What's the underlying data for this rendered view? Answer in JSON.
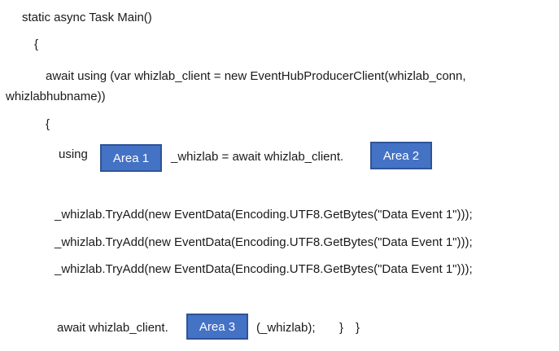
{
  "colors": {
    "background": "#ffffff",
    "code_text": "#1a1a1a",
    "area_box_fill": "#4472C4",
    "area_box_border": "#2F5496",
    "area_box_text": "#ffffff"
  },
  "code": {
    "line_main": "static async Task Main()",
    "brace_open_1": "{",
    "line_await_using": "await using (var whizlab_client = new EventHubProducerClient(whizlab_conn,",
    "line_wrap": "whizlabhubname))",
    "brace_open_2": "{",
    "using_keyword": "using",
    "mid_text": "_whizlab = await whizlab_client.",
    "tryadd_lines": [
      "_whizlab.TryAdd(new EventData(Encoding.UTF8.GetBytes(\"Data Event 1\")));",
      "_whizlab.TryAdd(new EventData(Encoding.UTF8.GetBytes(\"Data Event 1\")));",
      "_whizlab.TryAdd(new EventData(Encoding.UTF8.GetBytes(\"Data Event 1\")));"
    ],
    "await_client_text": "await whizlab_client.",
    "closing_args": "(_whizlab);",
    "brace_close_1": "}",
    "brace_close_2": "}"
  },
  "areas": {
    "area1_label": "Area 1",
    "area2_label": "Area 2",
    "area3_label": "Area 3"
  }
}
